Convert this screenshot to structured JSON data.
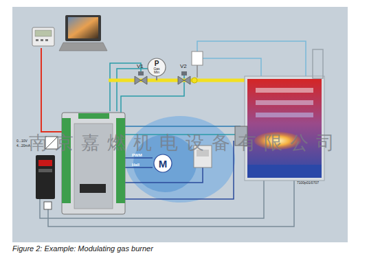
{
  "diagram": {
    "caption": "Figure 2: Example: Modulating gas burner",
    "nodes": [
      {
        "text": [
          "P",
          "Gas",
          "Min"
        ]
      },
      {
        "text": [
          "M"
        ]
      }
    ],
    "labels": [
      "V1",
      "V2",
      "PWM",
      "Hall",
      "0...10V",
      "4...20mA",
      "7100p01/0707",
      "南京嘉燃机电设备有限公司"
    ]
  }
}
